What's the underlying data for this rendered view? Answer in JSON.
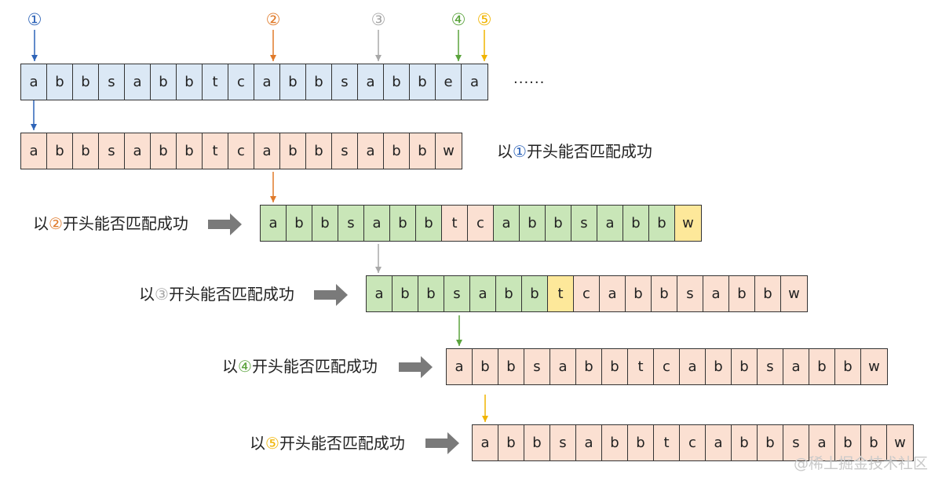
{
  "colors": {
    "m1": "#2e64b8",
    "m2": "#e07a2a",
    "m3": "#a8a8a8",
    "m4": "#5aa33c",
    "m5": "#f0b400",
    "blue_cell": "#dbe8f5",
    "pink_cell": "#fbe0d2",
    "green_cell": "#c9e6b8",
    "yellow_cell": "#fde89a",
    "big_arrow": "#7a7a7a"
  },
  "markers": [
    "①",
    "②",
    "③",
    "④",
    "⑤"
  ],
  "text": {
    "chars": [
      "a",
      "b",
      "b",
      "s",
      "a",
      "b",
      "b",
      "t",
      "c",
      "a",
      "b",
      "b",
      "s",
      "a",
      "b",
      "b",
      "e",
      "a"
    ],
    "pattern": [
      "a",
      "b",
      "b",
      "s",
      "a",
      "b",
      "b",
      "t",
      "c",
      "a",
      "b",
      "b",
      "s",
      "a",
      "b",
      "b",
      "w"
    ],
    "ellipsis": "......",
    "label_prefix": "以",
    "label_suffix": "开头能否匹配成功",
    "watermark": "@稀土掘金技术社区"
  },
  "rows": [
    {
      "id": "text",
      "colors": [
        "b",
        "b",
        "b",
        "b",
        "b",
        "b",
        "b",
        "b",
        "b",
        "b",
        "b",
        "b",
        "b",
        "b",
        "b",
        "b",
        "b",
        "b"
      ]
    },
    {
      "id": "p1",
      "colors": [
        "p",
        "p",
        "p",
        "p",
        "p",
        "p",
        "p",
        "p",
        "p",
        "p",
        "p",
        "p",
        "p",
        "p",
        "p",
        "p",
        "p"
      ]
    },
    {
      "id": "p2",
      "colors": [
        "g",
        "g",
        "g",
        "g",
        "g",
        "g",
        "g",
        "p",
        "p",
        "g",
        "g",
        "g",
        "g",
        "g",
        "g",
        "g",
        "y"
      ]
    },
    {
      "id": "p3",
      "colors": [
        "g",
        "g",
        "g",
        "g",
        "g",
        "g",
        "g",
        "y",
        "p",
        "p",
        "p",
        "p",
        "p",
        "p",
        "p",
        "p",
        "p"
      ]
    },
    {
      "id": "p4",
      "colors": [
        "p",
        "p",
        "p",
        "p",
        "p",
        "p",
        "p",
        "p",
        "p",
        "p",
        "p",
        "p",
        "p",
        "p",
        "p",
        "p",
        "p"
      ]
    },
    {
      "id": "p5",
      "colors": [
        "p",
        "p",
        "p",
        "p",
        "p",
        "p",
        "p",
        "p",
        "p",
        "p",
        "p",
        "p",
        "p",
        "p",
        "p",
        "p",
        "p"
      ]
    }
  ]
}
